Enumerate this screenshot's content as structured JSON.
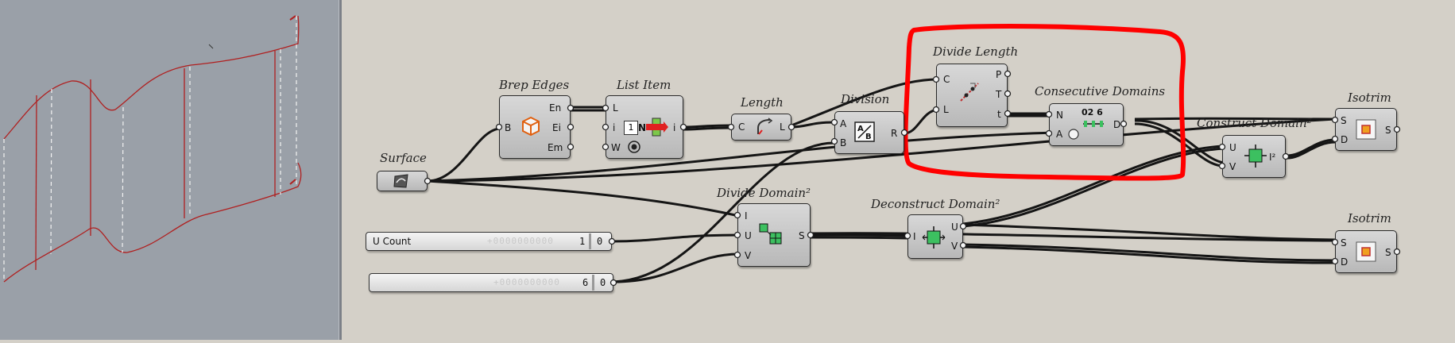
{
  "viewport": {
    "label": "Rhino viewport"
  },
  "components": {
    "surface": {
      "title": "Surface"
    },
    "brep_edges": {
      "title": "Brep Edges",
      "in": [
        "B"
      ],
      "out": [
        "En",
        "Ei",
        "Em"
      ]
    },
    "list_item": {
      "title": "List Item",
      "in": [
        "L",
        "i",
        "W"
      ],
      "out": [
        "i"
      ],
      "index_value": "1"
    },
    "length": {
      "title": "Length",
      "in": [
        "C"
      ],
      "out": [
        "L"
      ]
    },
    "division": {
      "title": "Division",
      "in": [
        "A",
        "B"
      ],
      "out": [
        "R"
      ]
    },
    "divide_length": {
      "title": "Divide Length",
      "in": [
        "C",
        "L"
      ],
      "out": [
        "P",
        "T",
        "t"
      ]
    },
    "consecutive_domains": {
      "title": "Consecutive Domains",
      "in": [
        "N",
        "A"
      ],
      "out": [
        "D"
      ],
      "icon_text": "02 6"
    },
    "divide_domain": {
      "title": "Divide Domain²",
      "in": [
        "I",
        "U",
        "V"
      ],
      "out": [
        "S"
      ]
    },
    "deconstruct_domain": {
      "title": "Deconstruct Domain²",
      "in": [
        "I"
      ],
      "out": [
        "U",
        "V"
      ]
    },
    "construct_domain": {
      "title": "Construct Domain²",
      "in": [
        "U",
        "V"
      ],
      "out": [
        "I²"
      ]
    },
    "isotrim_1": {
      "title": "Isotrim",
      "in": [
        "S",
        "D"
      ],
      "out": [
        "S"
      ]
    },
    "isotrim_2": {
      "title": "Isotrim",
      "in": [
        "S",
        "D"
      ],
      "out": [
        "S"
      ]
    }
  },
  "sliders": {
    "u_count": {
      "label": "U Count",
      "digits": "+0000000000",
      "value_int": "1",
      "value_dec": "0"
    },
    "v_count": {
      "label": "",
      "digits": "+0000000000",
      "value_int": "6",
      "value_dec": "0"
    }
  },
  "highlight": {
    "color": "#ff0000",
    "target": "Divide Length + Consecutive Domains"
  },
  "colors": {
    "canvas": "#d4d0c8",
    "viewport": "#9aa0a8",
    "curve": "#b02020",
    "wire": "#151515"
  }
}
